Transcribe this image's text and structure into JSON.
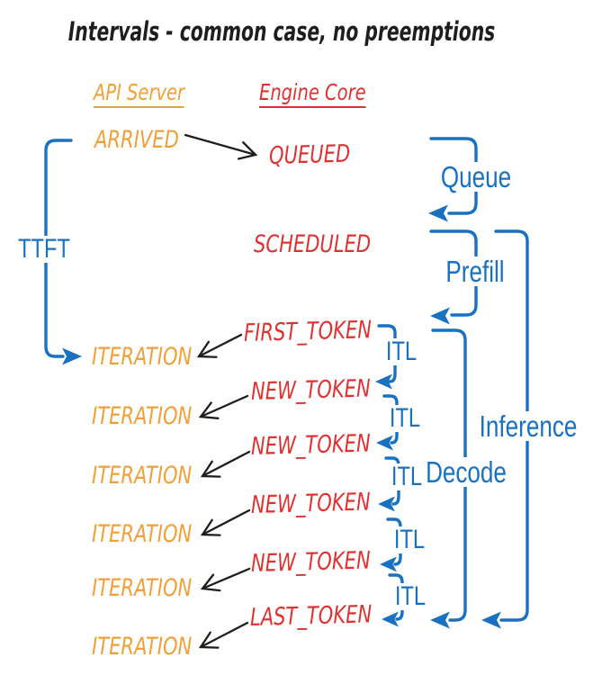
{
  "title": "Intervals - common case, no preemptions",
  "columns": {
    "api_server": "API Server",
    "engine_core": "Engine Core"
  },
  "api_events": {
    "arrived": "ARRIVED",
    "iterations": [
      "ITERATION",
      "ITERATION",
      "ITERATION",
      "ITERATION",
      "ITERATION",
      "ITERATION"
    ]
  },
  "engine_events": {
    "queued": "QUEUED",
    "scheduled": "SCHEDULED",
    "first_token": "FIRST_TOKEN",
    "new_tokens": [
      "NEW_TOKEN",
      "NEW_TOKEN",
      "NEW_TOKEN",
      "NEW_TOKEN"
    ],
    "last_token": "LAST_TOKEN"
  },
  "intervals": {
    "ttft": "TTFT",
    "queue": "Queue",
    "prefill": "Prefill",
    "itl": [
      "ITL",
      "ITL",
      "ITL",
      "ITL",
      "ITL"
    ],
    "decode": "Decode",
    "inference": "Inference"
  },
  "colors": {
    "api_server": "#f0a037",
    "engine_core": "#e03131",
    "intervals": "#1971c2",
    "ink": "#1e1e1e",
    "background": "#ffffff"
  }
}
